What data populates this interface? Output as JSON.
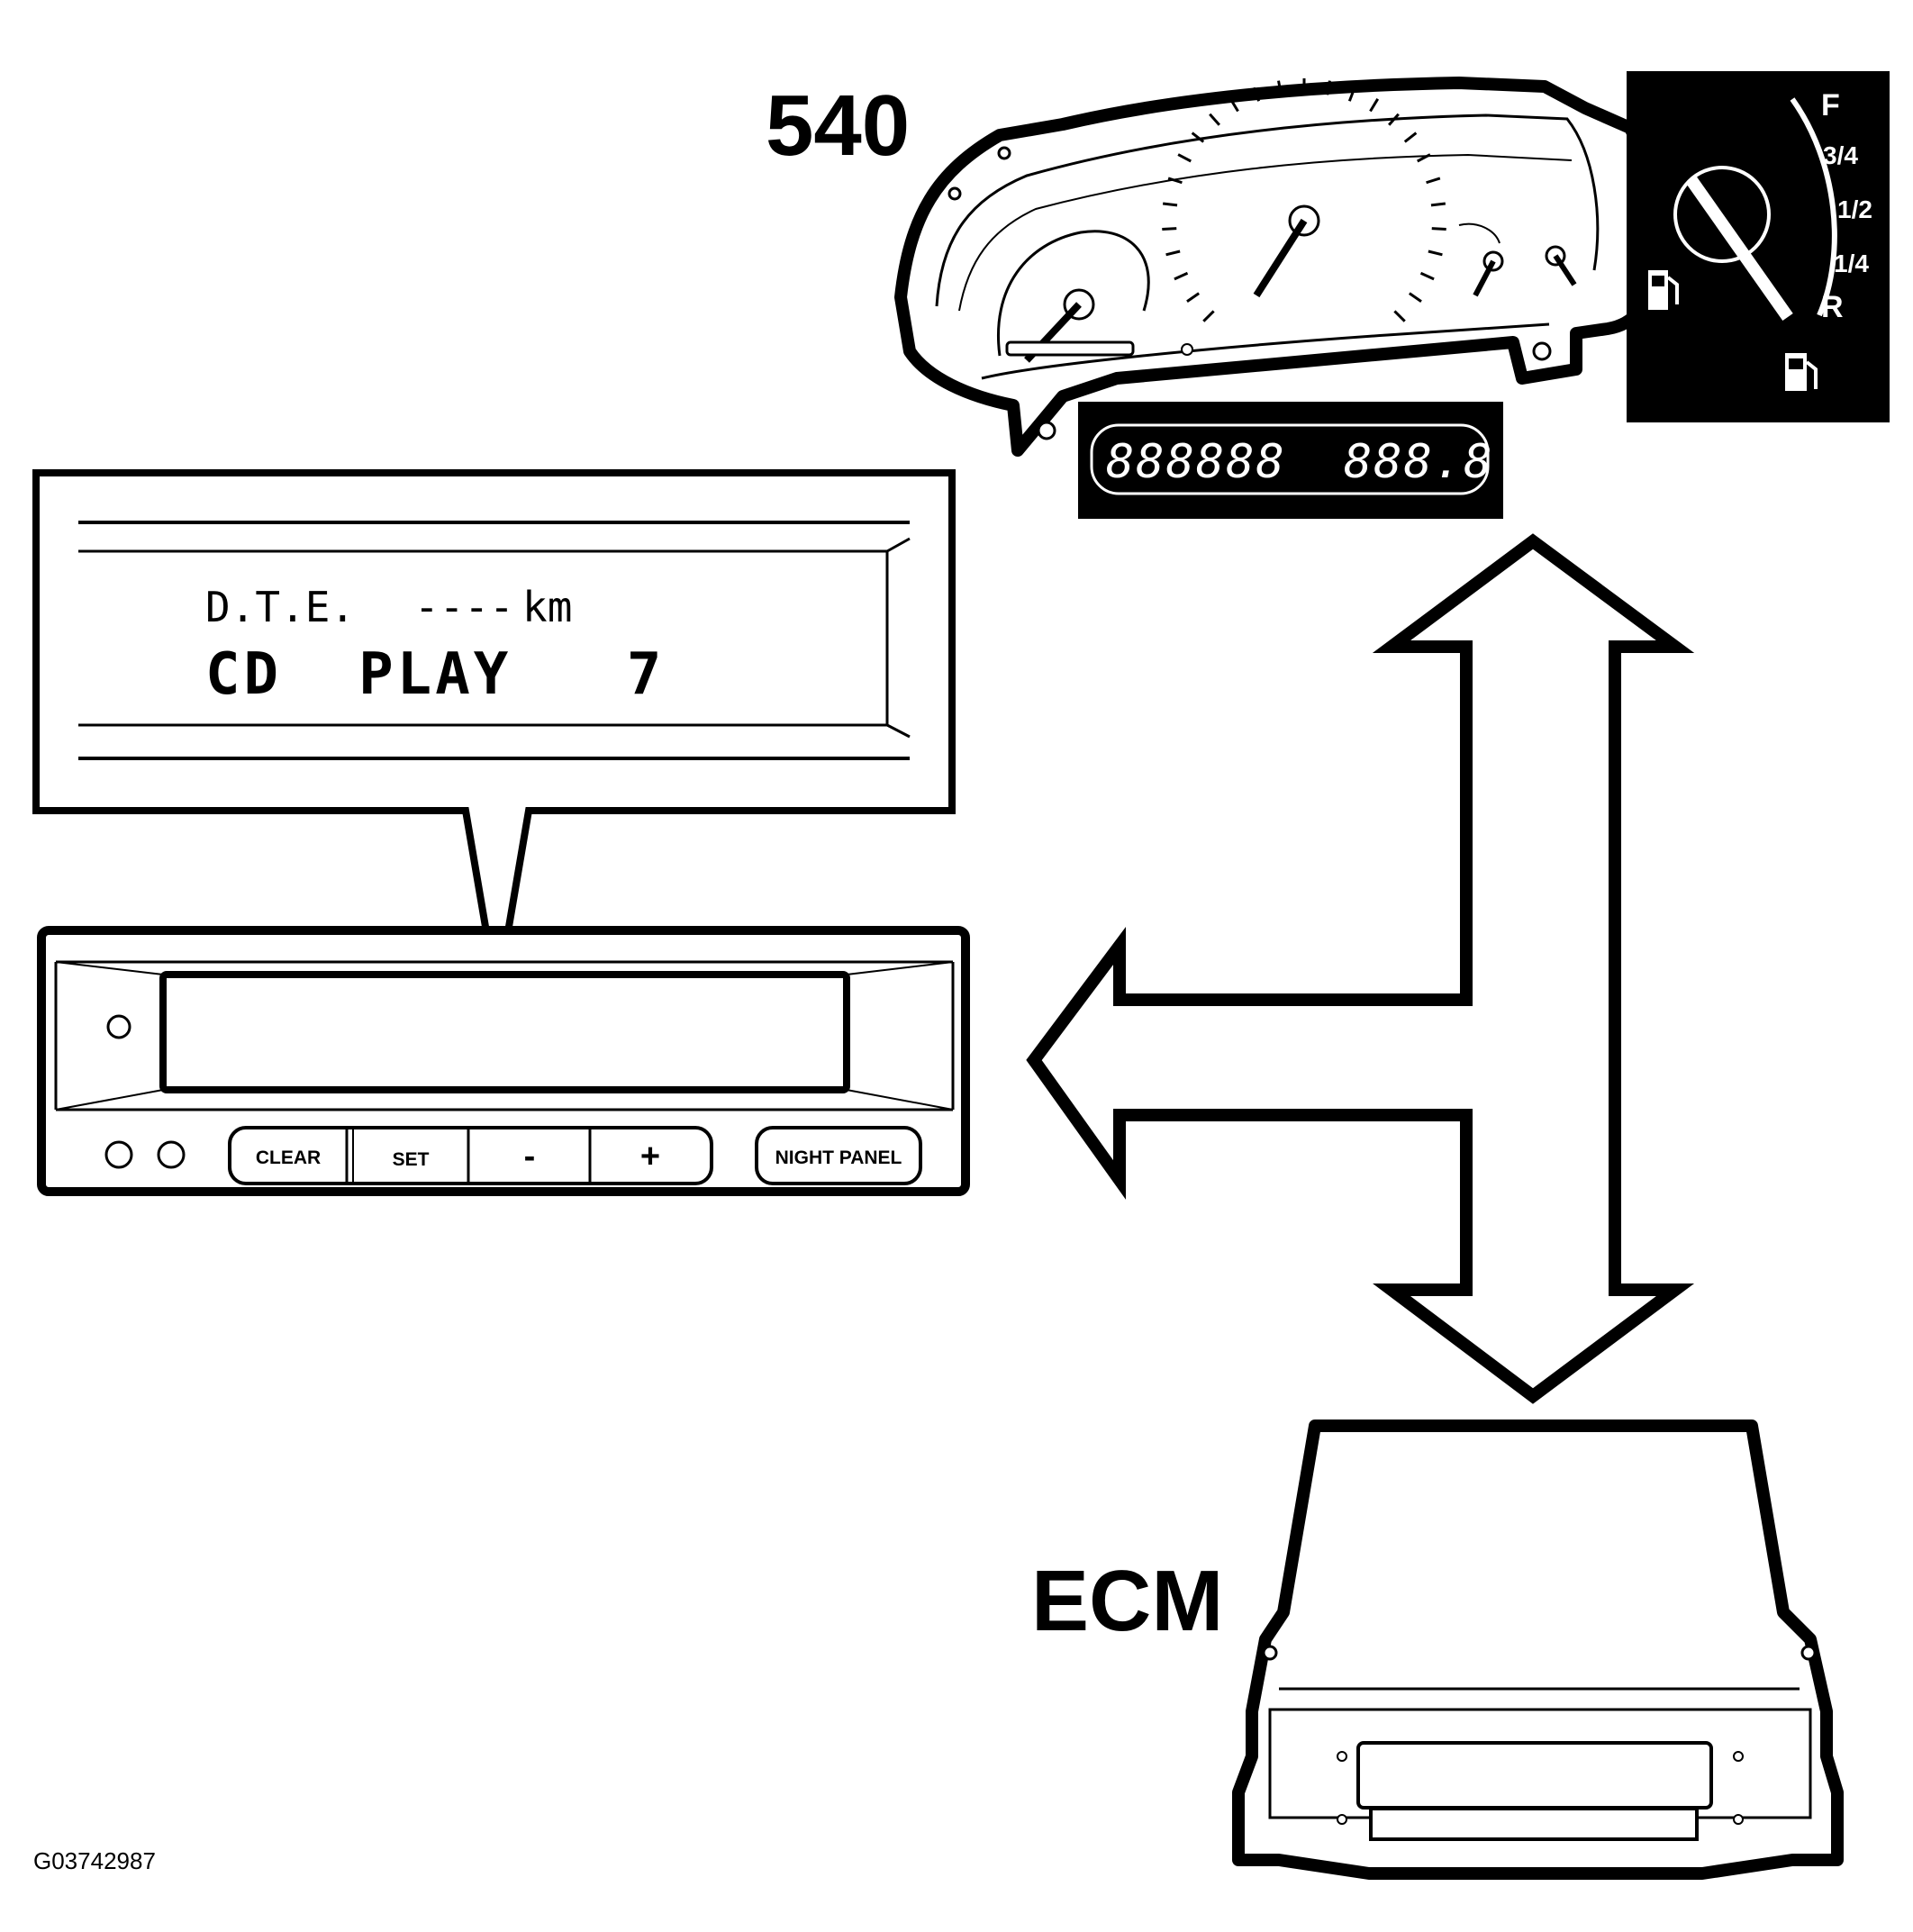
{
  "labels": {
    "cluster": "540",
    "ecm": "ECM",
    "figure_code": "G03742987"
  },
  "display": {
    "line1_label": "D.T.E.",
    "line1_value": "----",
    "line1_unit": "km",
    "line2": "CD  PLAY   7"
  },
  "buttons": {
    "clear": "CLEAR",
    "set": "SET",
    "minus": "-",
    "plus": "+",
    "night_panel": "NIGHT PANEL"
  },
  "odometer": {
    "total": "888888",
    "trip": "888.8"
  },
  "fuel_gauge": {
    "marks": [
      "F",
      "3/4",
      "1/2",
      "1/4",
      "R"
    ]
  }
}
